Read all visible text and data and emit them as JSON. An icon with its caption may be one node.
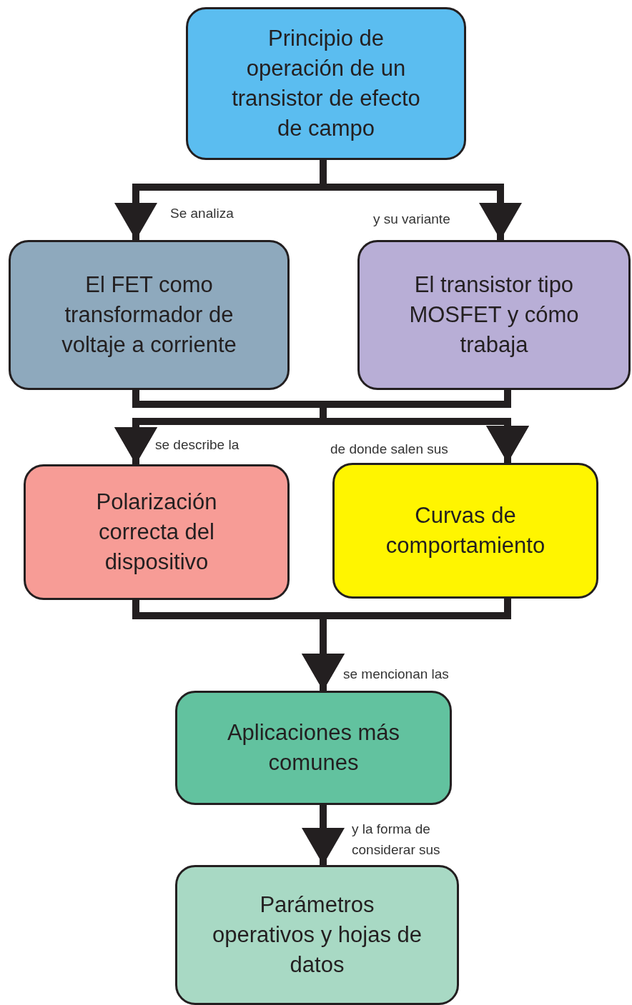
{
  "diagram": {
    "nodes": [
      {
        "text": [
          "Principio de operación de un transistor de efecto de campo"
        ]
      },
      {
        "text": [
          "El FET como transformador de voltaje a corriente"
        ]
      },
      {
        "text": [
          "El transistor tipo MOSFET y cómo trabaja"
        ]
      },
      {
        "text": [
          "Polarización correcta del dispositivo"
        ]
      },
      {
        "text": [
          "Curvas de comportamiento"
        ]
      },
      {
        "text": [
          "Aplicaciones más comunes"
        ]
      },
      {
        "text": [
          "Parámetros operativos y hojas de datos"
        ]
      }
    ],
    "edges": [
      {
        "from": 0,
        "to": 1,
        "arrow": "to",
        "label": "Se analiza"
      },
      {
        "from": 0,
        "to": 2,
        "arrow": "to",
        "label": "y su variante"
      },
      {
        "from": 1,
        "to": 3,
        "arrow": "to",
        "label": "se describe la"
      },
      {
        "from": 1,
        "to": 4,
        "arrow": "to"
      },
      {
        "from": 2,
        "to": 3,
        "arrow": "to"
      },
      {
        "from": 2,
        "to": 4,
        "arrow": "to",
        "label": "de donde salen sus"
      },
      {
        "from": 3,
        "to": 5,
        "arrow": "to",
        "label": "se mencionan las"
      },
      {
        "from": 4,
        "to": 5,
        "arrow": "to"
      },
      {
        "from": 5,
        "to": 6,
        "arrow": "to",
        "label": "y la forma de considerar sus"
      }
    ]
  }
}
